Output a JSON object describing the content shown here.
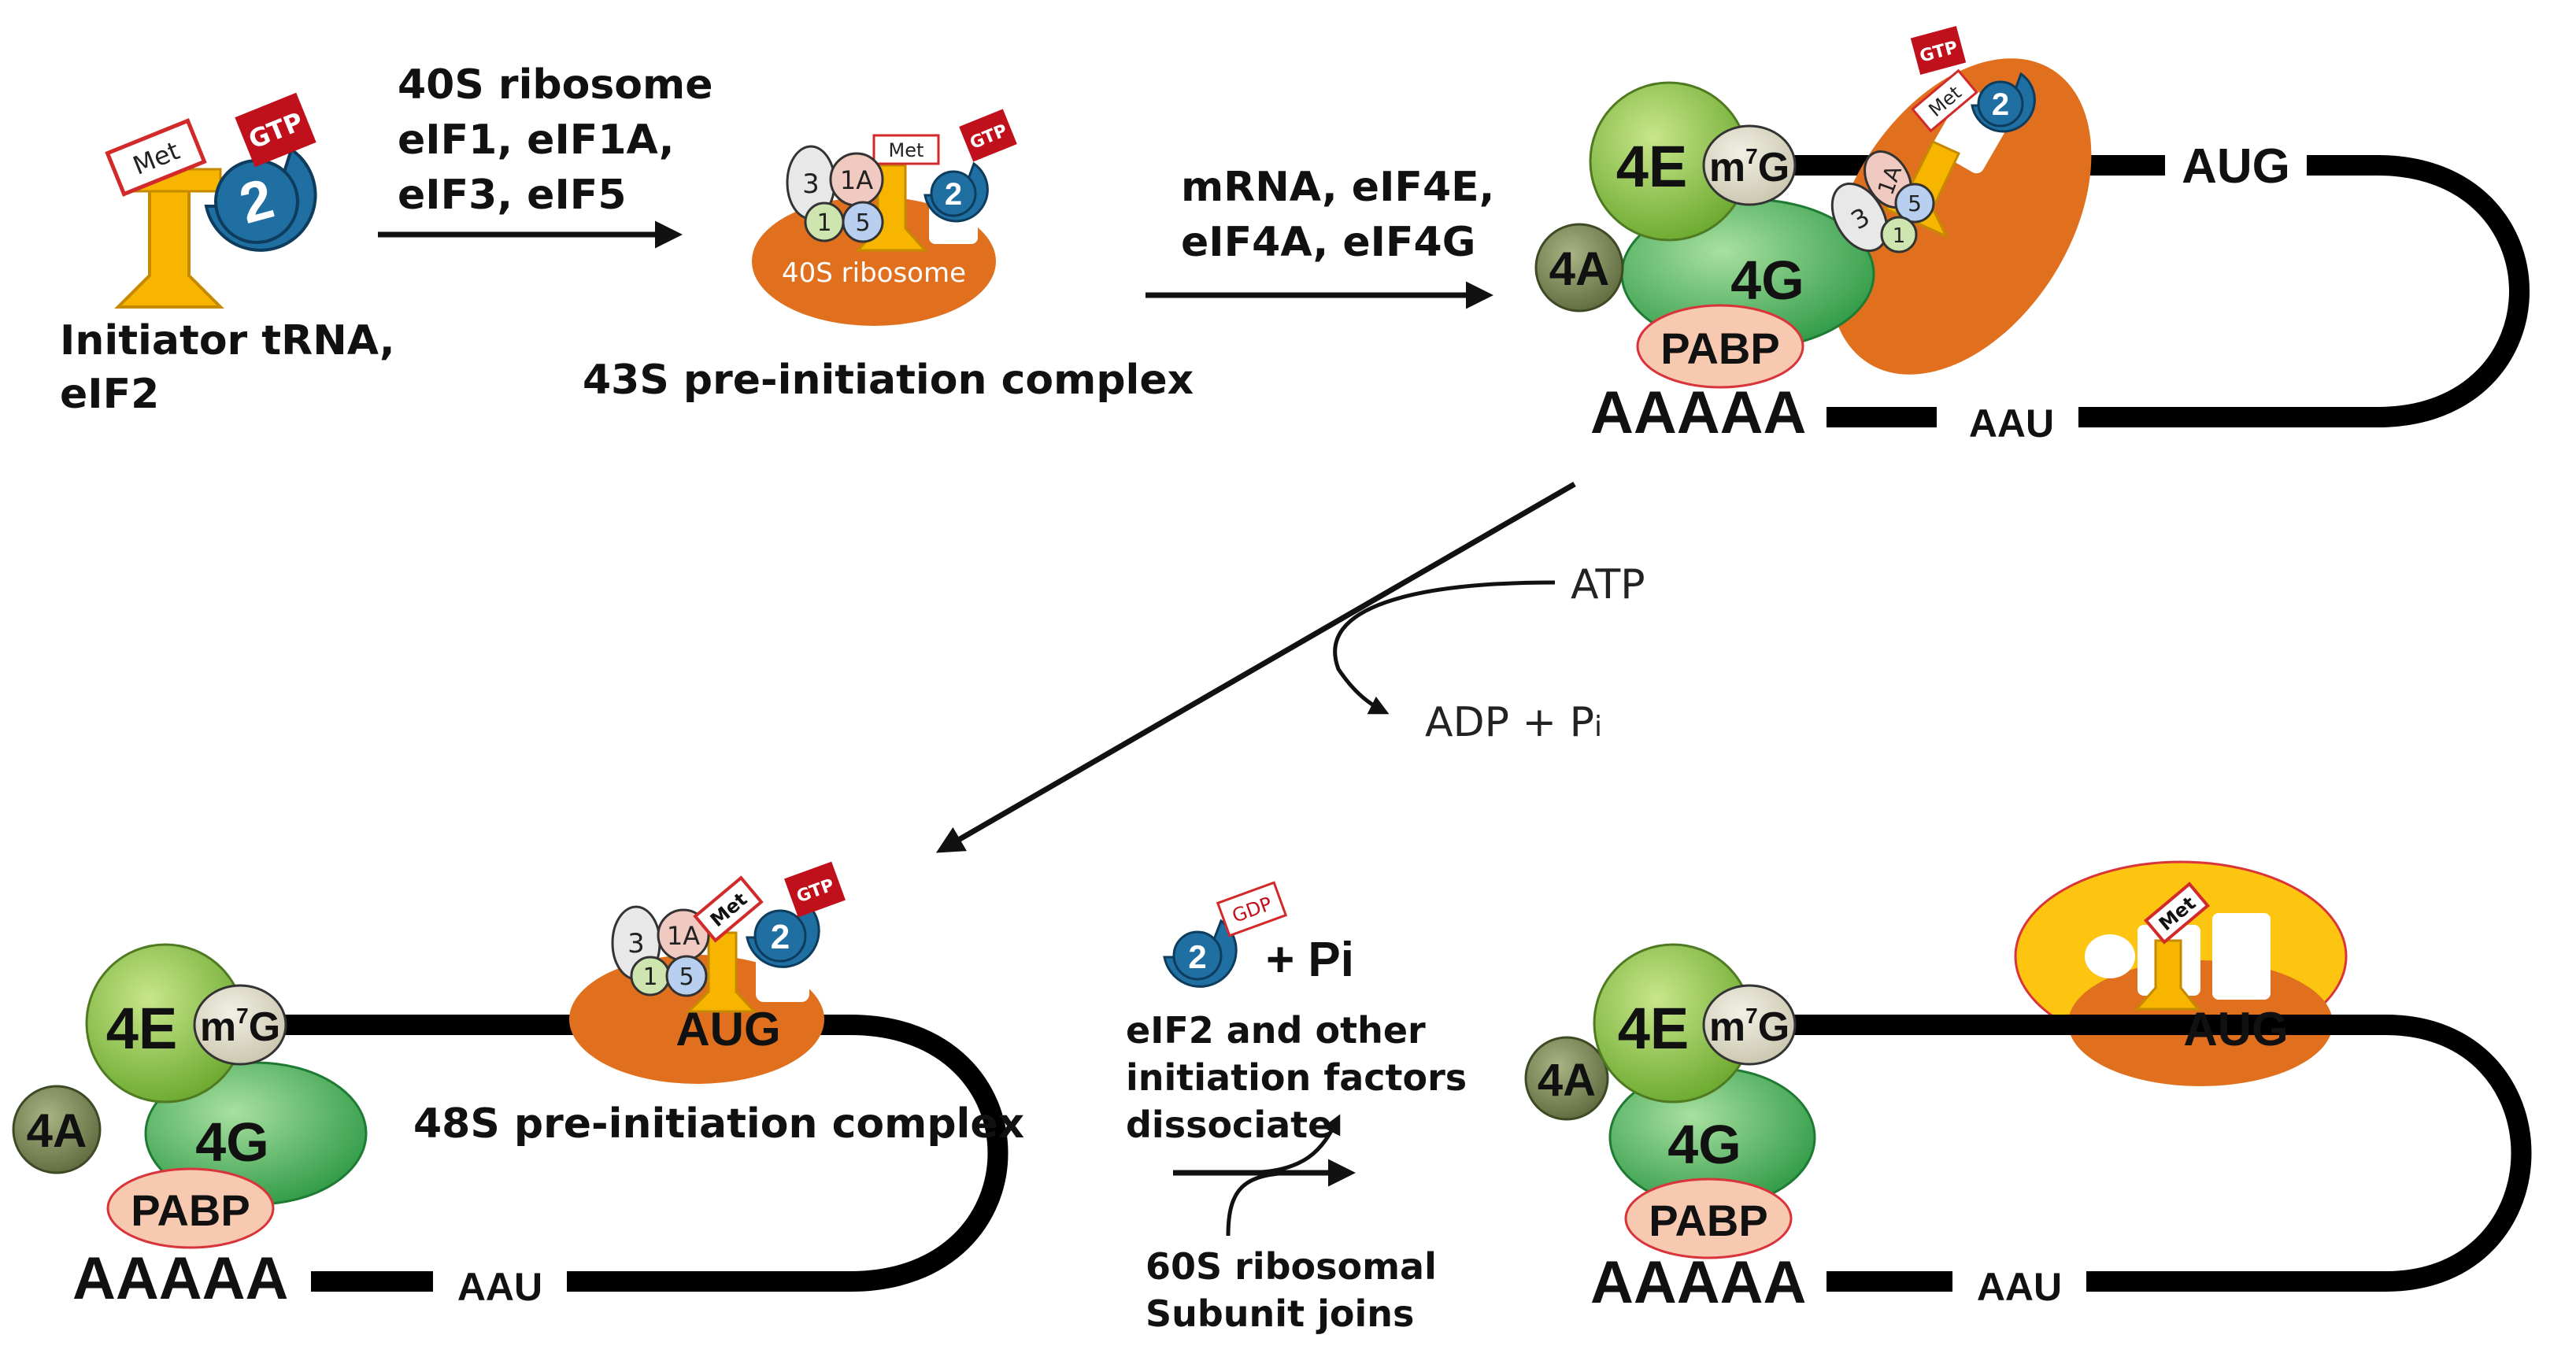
{
  "colors": {
    "ribosome_orange": "#e0701e",
    "eif4e_green": "#8cc63f",
    "eif4g_green": "#3cb35a",
    "eif4a_olive": "#7d8a5a",
    "pabp_pink": "#f6c9b0",
    "pabp_edge": "#d9343a",
    "gtp_red": "#c0101c",
    "eif2_blue": "#1f6fa3",
    "trna_yellow": "#f7b500",
    "subunit60_yellow": "#fdc410",
    "met_red": "#d22a2a"
  },
  "stage1": {
    "met": "Met",
    "gtp": "GTP",
    "eif2": "2",
    "caption_line1": "Initiator tRNA,",
    "caption_line2": "eIF2"
  },
  "arrow1": {
    "line1": "40S ribosome",
    "line2": "eIF1, eIF1A,",
    "line3": "eIF3, eIF5"
  },
  "stage2": {
    "f3": "3",
    "f1a": "1A",
    "f1": "1",
    "f5": "5",
    "met": "Met",
    "gtp": "GTP",
    "eif2": "2",
    "ribosome": "40S ribosome",
    "caption": "43S pre-initiation complex"
  },
  "arrow2": {
    "line1": "mRNA, eIF4E,",
    "line2": "eIF4A, eIF4G"
  },
  "stage3": {
    "e4": "4E",
    "cap_m": "m",
    "cap_sup": "7",
    "cap_g": "G",
    "a4": "4A",
    "g4": "4G",
    "pabp": "PABP",
    "polya": "AAAAA",
    "aug": "AUG",
    "aau": "AAU",
    "f3": "3",
    "f1a": "1A",
    "f1": "1",
    "f5": "5",
    "met": "Met",
    "gtp": "GTP",
    "eif2": "2"
  },
  "arrow3": {
    "atp": "ATP",
    "adp": "ADP + P",
    "adp_sub": "i"
  },
  "stage4": {
    "e4": "4E",
    "cap_m": "m",
    "cap_sup": "7",
    "cap_g": "G",
    "a4": "4A",
    "g4": "4G",
    "pabp": "PABP",
    "polya": "AAAAA",
    "aug": "AUG",
    "aau": "AAU",
    "f3": "3",
    "f1a": "1A",
    "f1": "1",
    "f5": "5",
    "met": "Met",
    "gtp": "GTP",
    "eif2": "2",
    "caption": "48S pre-initiation complex"
  },
  "arrow4": {
    "gdp": "GDP",
    "eif2": "2",
    "plus_pi": "+ Pi",
    "dissoc1": "eIF2 and other",
    "dissoc2": "initiation factors",
    "dissoc3": "dissociate",
    "join1": "60S ribosomal",
    "join2": "Subunit joins"
  },
  "stage5": {
    "e4": "4E",
    "cap_m": "m",
    "cap_sup": "7",
    "cap_g": "G",
    "a4": "4A",
    "g4": "4G",
    "pabp": "PABP",
    "polya": "AAAAA",
    "aug": "AUG",
    "aau": "AAU",
    "met": "Met"
  }
}
